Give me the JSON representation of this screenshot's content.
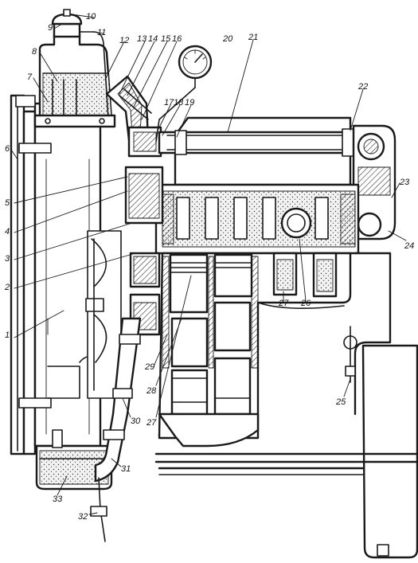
{
  "callouts": [
    {
      "id": "c1",
      "text": "1"
    },
    {
      "id": "c2",
      "text": "2"
    },
    {
      "id": "c3",
      "text": "3"
    },
    {
      "id": "c4",
      "text": "4"
    },
    {
      "id": "c5",
      "text": "5"
    },
    {
      "id": "c6",
      "text": "6"
    },
    {
      "id": "c7",
      "text": "7"
    },
    {
      "id": "c8",
      "text": "8"
    },
    {
      "id": "c9",
      "text": "9"
    },
    {
      "id": "c10",
      "text": "10"
    },
    {
      "id": "c11",
      "text": "11"
    },
    {
      "id": "c12",
      "text": "12"
    },
    {
      "id": "c13",
      "text": "13"
    },
    {
      "id": "c14",
      "text": "14"
    },
    {
      "id": "c15",
      "text": "15"
    },
    {
      "id": "c16",
      "text": "16"
    },
    {
      "id": "c17",
      "text": "17"
    },
    {
      "id": "c18",
      "text": "18"
    },
    {
      "id": "c19",
      "text": "19"
    },
    {
      "id": "c20",
      "text": "20"
    },
    {
      "id": "c21",
      "text": "21"
    },
    {
      "id": "c22",
      "text": "22"
    },
    {
      "id": "c23",
      "text": "23"
    },
    {
      "id": "c24",
      "text": "24"
    },
    {
      "id": "c25",
      "text": "25"
    },
    {
      "id": "c26",
      "text": "26"
    },
    {
      "id": "c27a",
      "text": "27"
    },
    {
      "id": "c27b",
      "text": "27"
    },
    {
      "id": "c28",
      "text": "28"
    },
    {
      "id": "c29",
      "text": "29"
    },
    {
      "id": "c30",
      "text": "30"
    },
    {
      "id": "c31",
      "text": "31"
    },
    {
      "id": "c32",
      "text": "32"
    },
    {
      "id": "c33",
      "text": "33"
    }
  ]
}
